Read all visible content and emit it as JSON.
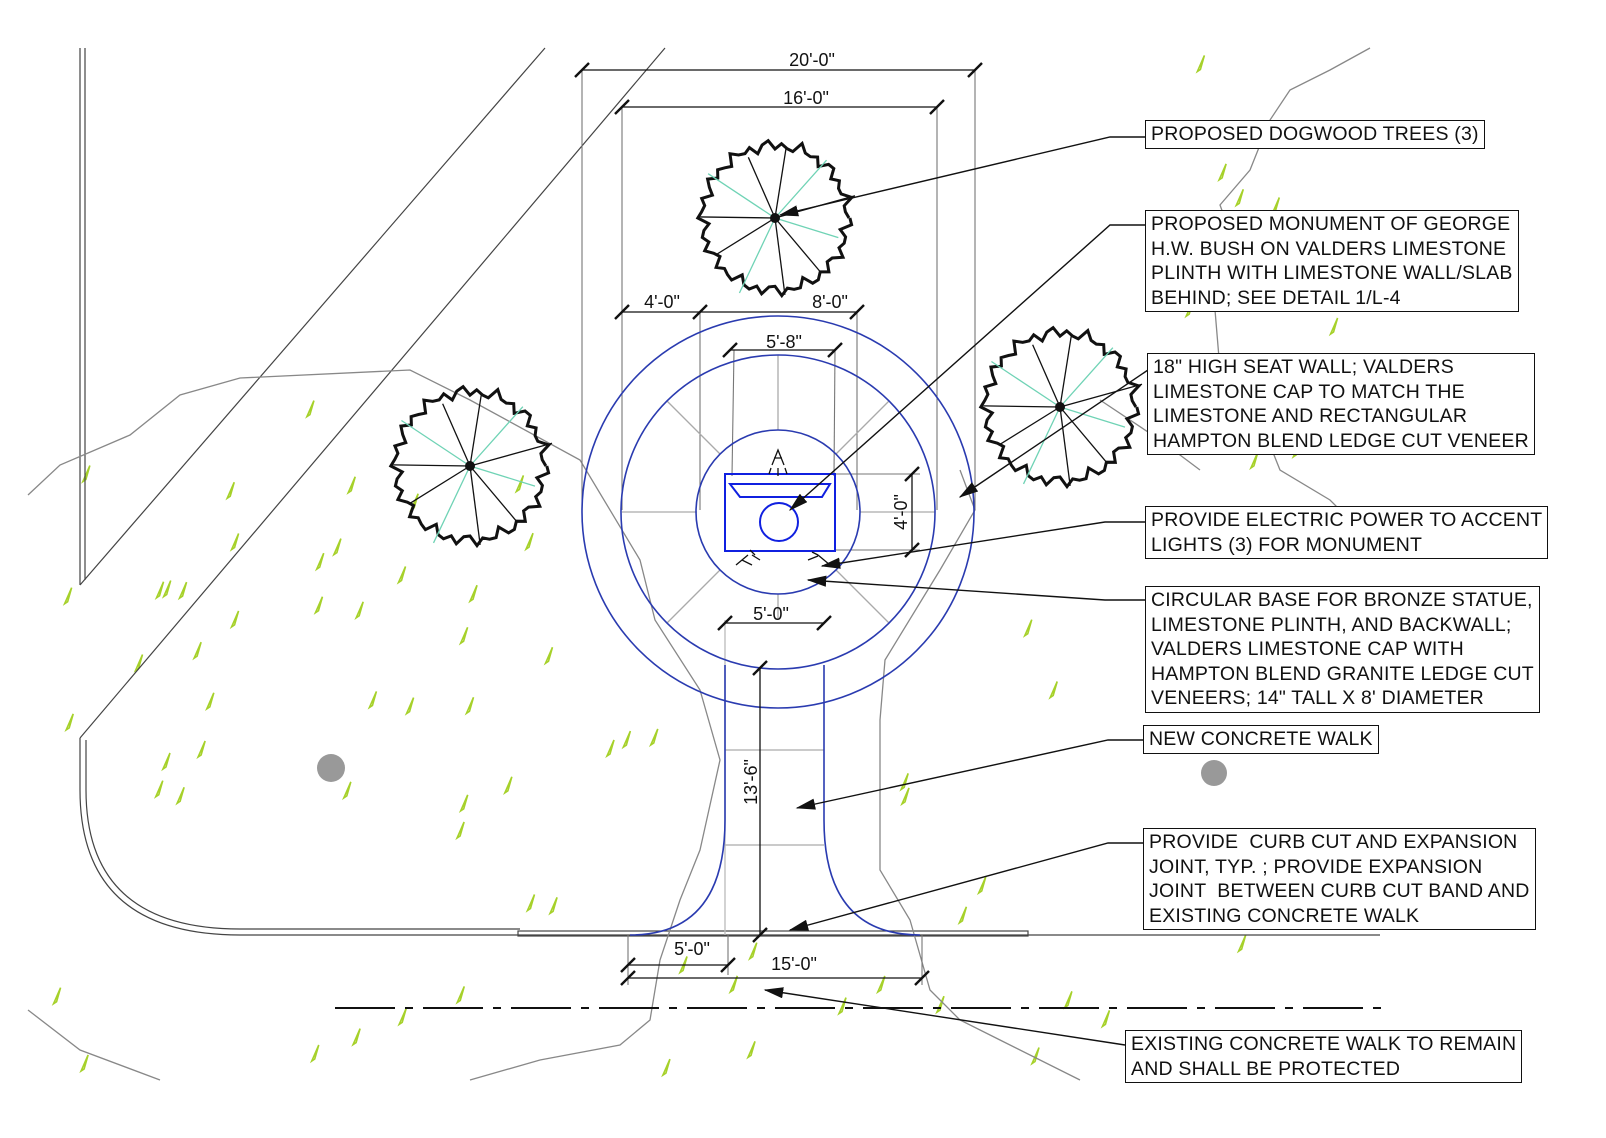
{
  "dimensions": {
    "overall_width": "20'-0\"",
    "inner_width": "16'-0\"",
    "left_offset": "4'-0\"",
    "base_diameter": "8'-0\"",
    "plinth_width": "5'-8\"",
    "plinth_depth": "4'-0\"",
    "walk_width": "5'-0\"",
    "walk_length": "13'-6\"",
    "curb_offset": "5'-0\"",
    "curb_width": "15'-0\""
  },
  "notes": [
    {
      "text": "PROPOSED DOGWOOD TREES (3)"
    },
    {
      "text": "PROPOSED MONUMENT OF GEORGE\nH.W. BUSH ON VALDERS LIMESTONE\nPLINTH WITH LIMESTONE WALL/SLAB\nBEHIND; SEE DETAIL 1/L-4"
    },
    {
      "text": "18\" HIGH SEAT WALL; VALDERS\nLIMESTONE CAP TO MATCH THE\nLIMESTONE AND RECTANGULAR\nHAMPTON BLEND LEDGE CUT VENEER"
    },
    {
      "text": "PROVIDE ELECTRIC POWER TO ACCENT\nLIGHTS (3) FOR MONUMENT"
    },
    {
      "text": "CIRCULAR BASE FOR BRONZE STATUE,\nLIMESTONE PLINTH, AND BACKWALL;\nVALDERS LIMESTONE CAP WITH\nHAMPTON BLEND GRANITE LEDGE CUT\nVENEERS; 14\" TALL X 8' DIAMETER"
    },
    {
      "text": "NEW CONCRETE WALK"
    },
    {
      "text": "PROVIDE  CURB CUT AND EXPANSION\nJOINT, TYP. ; PROVIDE EXPANSION\nJOINT  BETWEEN CURB CUT BAND AND\nEXISTING CONCRETE WALK"
    },
    {
      "text": "EXISTING CONCRETE WALK TO REMAIN\nAND SHALL BE PROTECTED"
    }
  ],
  "colors": {
    "design": "#2a3bb0",
    "plinth": "#1020e0",
    "grass": "#a6d12a",
    "tree_accent": "#6fd3b5",
    "context": "#8a8a8a"
  }
}
